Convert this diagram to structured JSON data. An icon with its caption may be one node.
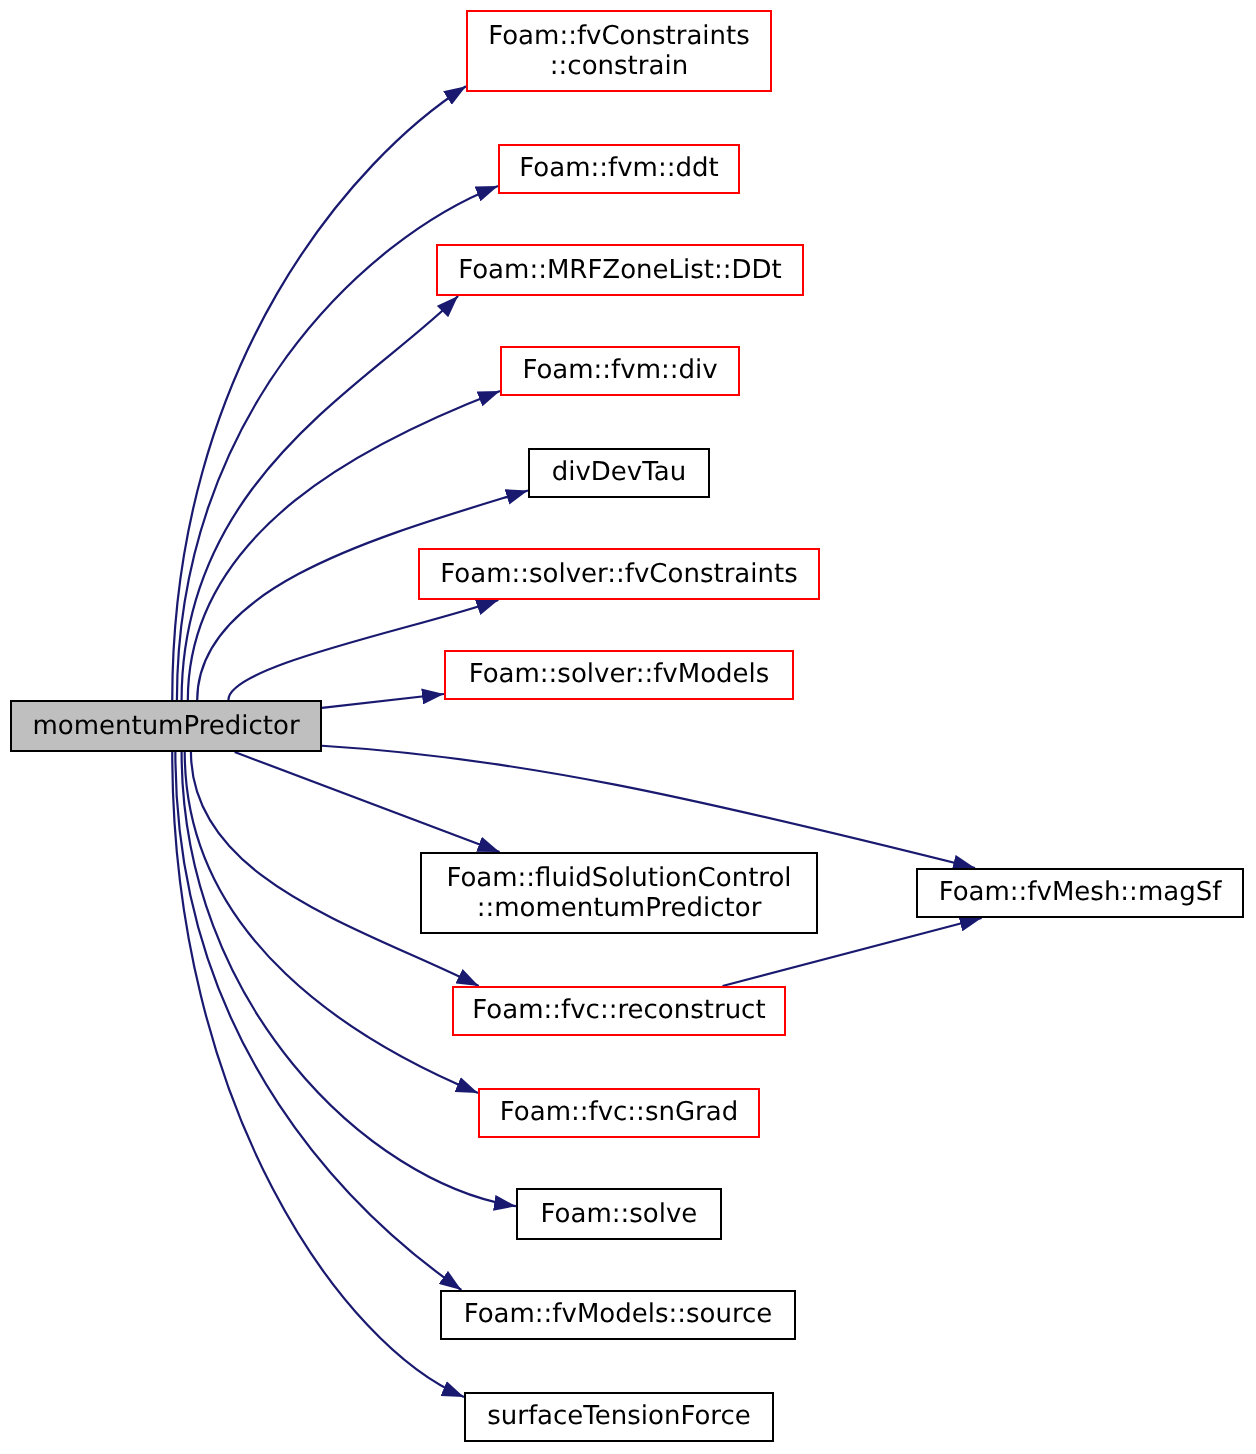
{
  "diagram": {
    "nodes": [
      {
        "text": [
          "momentumPredictor"
        ]
      },
      {
        "text": [
          "Foam::fvConstraints ::constrain"
        ]
      },
      {
        "text": [
          "Foam::fvm::ddt"
        ]
      },
      {
        "text": [
          "Foam::MRFZoneList::DDt"
        ]
      },
      {
        "text": [
          "Foam::fvm::div"
        ]
      },
      {
        "text": [
          "divDevTau"
        ]
      },
      {
        "text": [
          "Foam::solver::fvConstraints"
        ]
      },
      {
        "text": [
          "Foam::solver::fvModels"
        ]
      },
      {
        "text": [
          "Foam::fluidSolutionControl ::momentumPredictor"
        ]
      },
      {
        "text": [
          "Foam::fvMesh::magSf"
        ]
      },
      {
        "text": [
          "Foam::fvc::reconstruct"
        ]
      },
      {
        "text": [
          "Foam::fvc::snGrad"
        ]
      },
      {
        "text": [
          "Foam::solve"
        ]
      },
      {
        "text": [
          "Foam::fvModels::source"
        ]
      },
      {
        "text": [
          "surfaceTensionForce"
        ]
      }
    ],
    "edges": [
      {
        "from": 0,
        "to": 1,
        "arrow": "to"
      },
      {
        "from": 0,
        "to": 2,
        "arrow": "to"
      },
      {
        "from": 0,
        "to": 3,
        "arrow": "to"
      },
      {
        "from": 0,
        "to": 4,
        "arrow": "to"
      },
      {
        "from": 0,
        "to": 5,
        "arrow": "to"
      },
      {
        "from": 0,
        "to": 6,
        "arrow": "to"
      },
      {
        "from": 0,
        "to": 7,
        "arrow": "to"
      },
      {
        "from": 0,
        "to": 8,
        "arrow": "to"
      },
      {
        "from": 0,
        "to": 9,
        "arrow": "to"
      },
      {
        "from": 0,
        "to": 10,
        "arrow": "to"
      },
      {
        "from": 0,
        "to": 11,
        "arrow": "to"
      },
      {
        "from": 0,
        "to": 12,
        "arrow": "to"
      },
      {
        "from": 0,
        "to": 13,
        "arrow": "to"
      },
      {
        "from": 0,
        "to": 14,
        "arrow": "to"
      },
      {
        "from": 10,
        "to": 9,
        "arrow": "to"
      }
    ]
  }
}
